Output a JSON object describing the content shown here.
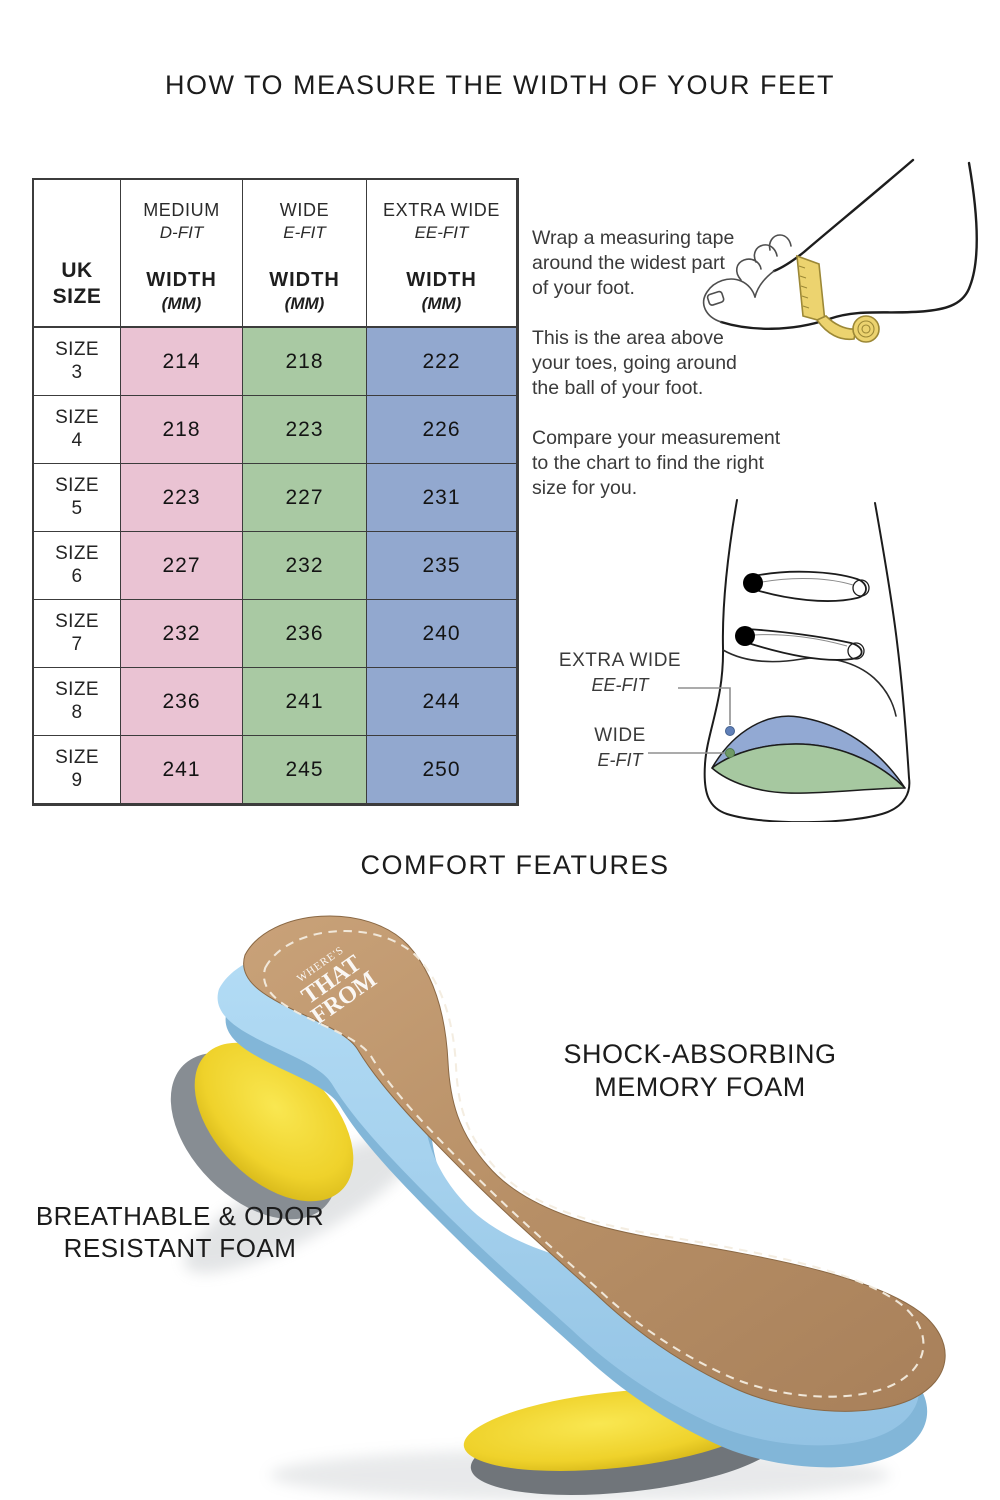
{
  "title": "HOW TO MEASURE THE WIDTH OF YOUR FEET",
  "size_chart": {
    "uk_size_header": [
      "UK",
      "SIZE"
    ],
    "fit_columns": [
      {
        "name": "MEDIUM",
        "code": "D-FIT",
        "width": "WIDTH",
        "unit": "(MM)"
      },
      {
        "name": "WIDE",
        "code": "E-FIT",
        "width": "WIDTH",
        "unit": "(MM)"
      },
      {
        "name": "EXTRA WIDE",
        "code": "EE-FIT",
        "width": "WIDTH",
        "unit": "(MM)"
      }
    ],
    "rows": [
      {
        "label": "SIZE",
        "num": "3",
        "medium": "214",
        "wide": "218",
        "extra_wide": "222"
      },
      {
        "label": "SIZE",
        "num": "4",
        "medium": "218",
        "wide": "223",
        "extra_wide": "226"
      },
      {
        "label": "SIZE",
        "num": "5",
        "medium": "223",
        "wide": "227",
        "extra_wide": "231"
      },
      {
        "label": "SIZE",
        "num": "6",
        "medium": "227",
        "wide": "232",
        "extra_wide": "235"
      },
      {
        "label": "SIZE",
        "num": "7",
        "medium": "232",
        "wide": "236",
        "extra_wide": "240"
      },
      {
        "label": "SIZE",
        "num": "8",
        "medium": "236",
        "wide": "241",
        "extra_wide": "244"
      },
      {
        "label": "SIZE",
        "num": "9",
        "medium": "241",
        "wide": "245",
        "extra_wide": "250"
      }
    ],
    "colors": {
      "medium": "#EAC3D3",
      "wide": "#A9C9A3",
      "extra_wide": "#92A8CF"
    }
  },
  "instructions": {
    "paragraphs": [
      [
        "Wrap a measuring tape",
        "around the widest part",
        "of your foot."
      ],
      [
        "This is the area above",
        "your toes, going around",
        "the ball of your foot."
      ],
      [
        "Compare your measurement",
        "to the chart to find the right",
        "size for you."
      ]
    ]
  },
  "fit_diagram": {
    "extra_wide": {
      "name": "EXTRA WIDE",
      "code": "EE-FIT"
    },
    "wide": {
      "name": "WIDE",
      "code": "E-FIT"
    }
  },
  "comfort": {
    "title": "COMFORT FEATURES",
    "memory_foam_label": [
      "SHOCK-ABSORBING",
      "MEMORY FOAM"
    ],
    "breathable_label": [
      "BREATHABLE & ODOR",
      "RESISTANT FOAM"
    ],
    "insole_logo": [
      "WHERE'S",
      "THAT",
      "FROM"
    ]
  },
  "chart_data": {
    "type": "table",
    "title": "UK size vs foot width (mm)",
    "columns": [
      "UK SIZE",
      "MEDIUM D-FIT WIDTH (MM)",
      "WIDE E-FIT WIDTH (MM)",
      "EXTRA WIDE EE-FIT WIDTH (MM)"
    ],
    "rows": [
      [
        "SIZE 3",
        214,
        218,
        222
      ],
      [
        "SIZE 4",
        218,
        223,
        226
      ],
      [
        "SIZE 5",
        223,
        227,
        231
      ],
      [
        "SIZE 6",
        227,
        232,
        235
      ],
      [
        "SIZE 7",
        232,
        236,
        240
      ],
      [
        "SIZE 8",
        236,
        241,
        244
      ],
      [
        "SIZE 9",
        241,
        245,
        250
      ]
    ]
  }
}
